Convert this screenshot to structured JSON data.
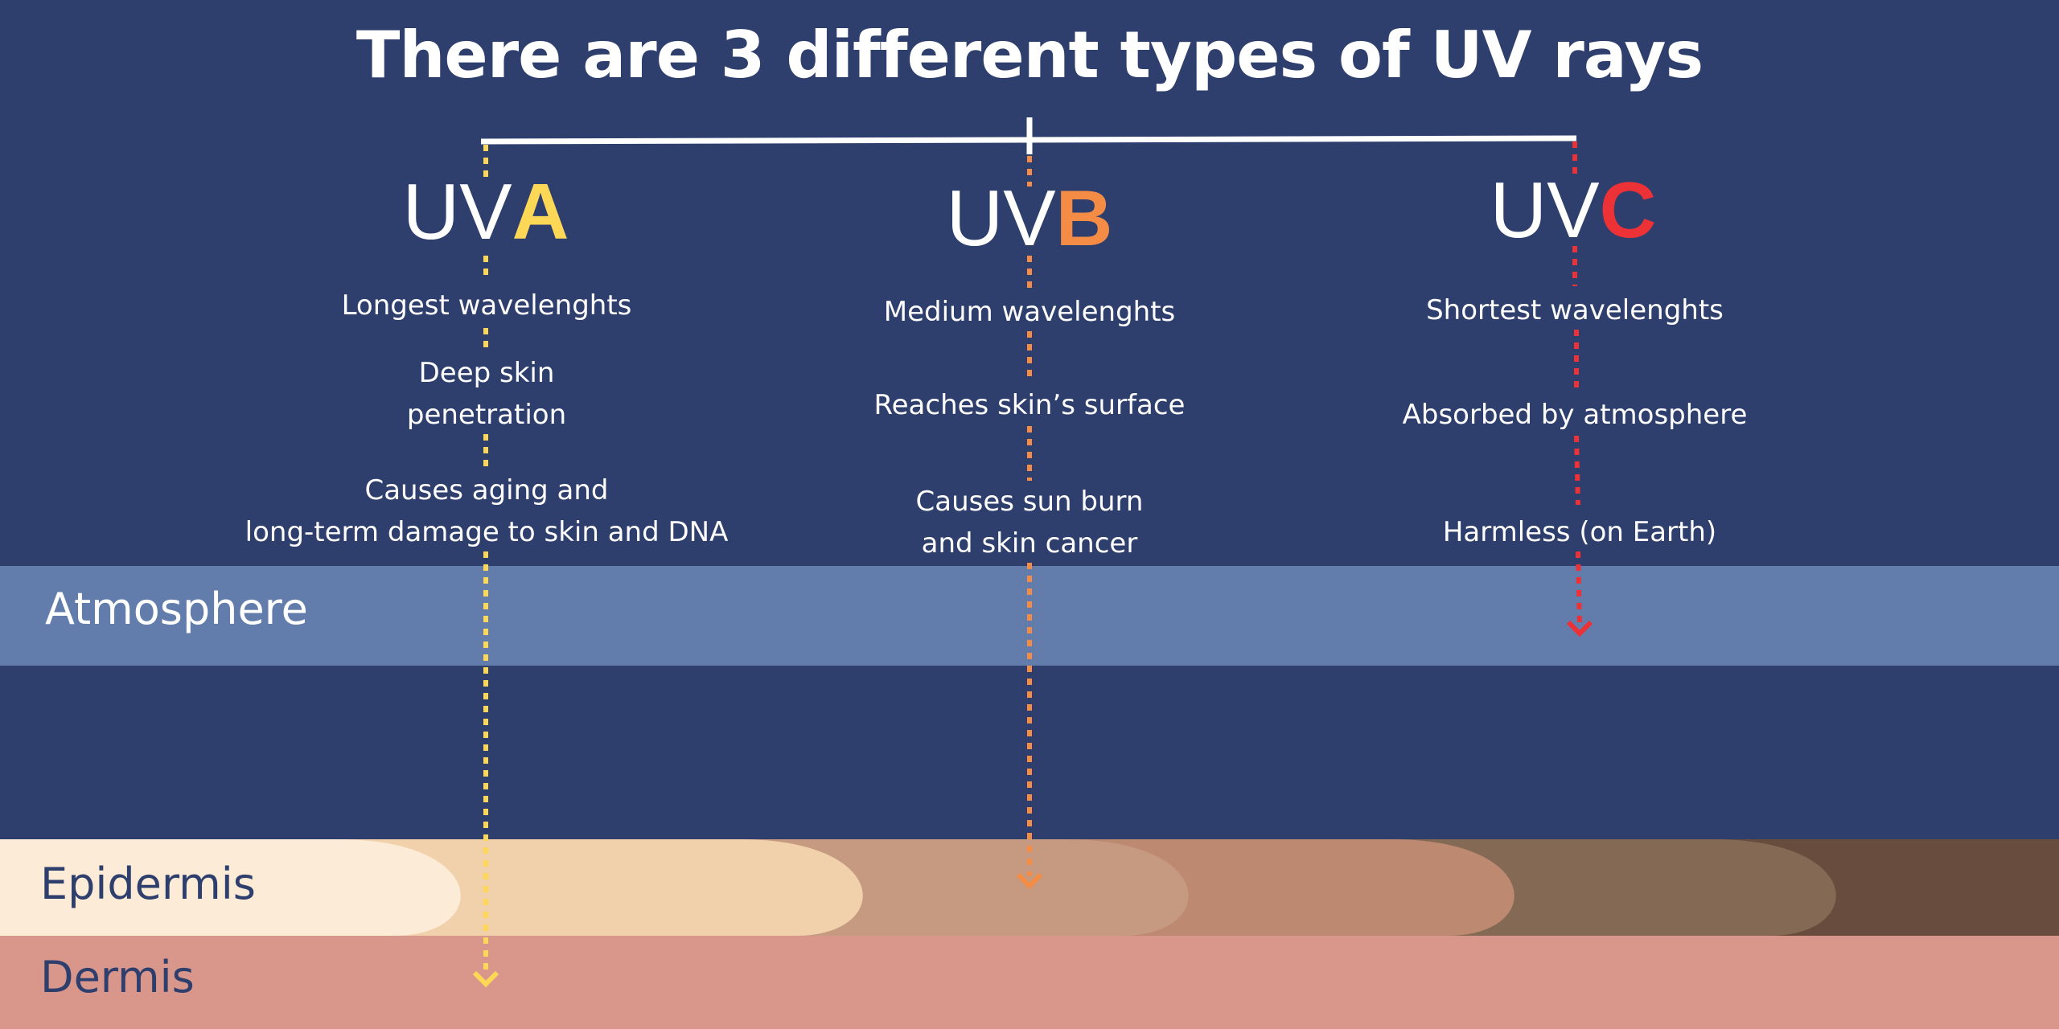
{
  "title": "There are 3 different types of UV rays",
  "colors": {
    "background": "#2e3f6e",
    "atmosphere": "#627dac",
    "uva": "#fcd856",
    "uvb": "#f48c45",
    "uvc": "#ec3237",
    "dermis": "#d9968a",
    "dermis_label": "#2e3f6e",
    "skin_tones": [
      "#fcebd6",
      "#f1d1ab",
      "#c59a80",
      "#bd8a71",
      "#846a55",
      "#684c3e"
    ]
  },
  "uv_types": [
    {
      "prefix": "UV",
      "letter": "A",
      "color": "#fcd856",
      "facts": [
        "Longest wavelenghts",
        "Deep skin\npenetration",
        "Causes aging and\nlong-term damage to skin and DNA"
      ],
      "reaches": "dermis"
    },
    {
      "prefix": "UV",
      "letter": "B",
      "color": "#f48c45",
      "facts": [
        "Medium wavelenghts",
        "Reaches skin’s surface",
        "Causes sun burn\nand skin cancer"
      ],
      "reaches": "epidermis"
    },
    {
      "prefix": "UV",
      "letter": "C",
      "color": "#ec3237",
      "facts": [
        "Shortest wavelenghts",
        "Absorbed by atmosphere",
        "Harmless (on Earth)"
      ],
      "reaches": "atmosphere"
    }
  ],
  "layers": {
    "atmosphere": "Atmosphere",
    "epidermis": "Epidermis",
    "dermis": "Dermis"
  },
  "icons": [
    "arrow-down-icon"
  ]
}
